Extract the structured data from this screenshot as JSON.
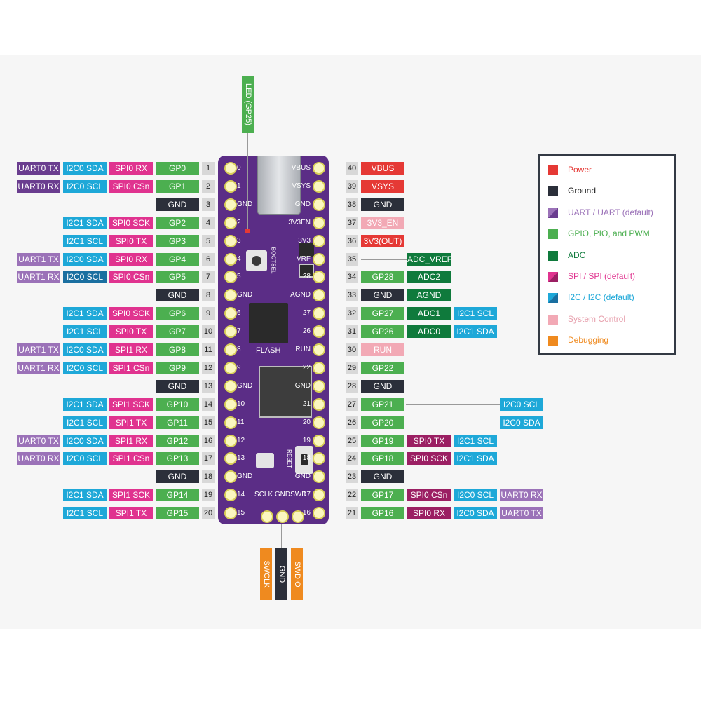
{
  "colors": {
    "power": "#e53935",
    "ground": "#2b2f3a",
    "uart": "#9b72b8",
    "uart_default": "#6a3d8f",
    "gpio": "#4caf50",
    "adc": "#0f7a3c",
    "spi": "#e0338f",
    "spi_default": "#9b1f63",
    "i2c": "#1ea8d8",
    "i2c_default": "#1a6fa0",
    "system": "#f2a9b5",
    "debug": "#ef8a1f",
    "board": "#5b2d86"
  },
  "left_rows": [
    {
      "pin": "1",
      "labels": [
        {
          "text": "UART0 TX",
          "t": "uart_default"
        },
        {
          "text": "I2C0 SDA",
          "t": "i2c"
        },
        {
          "text": "SPI0 RX",
          "t": "spi"
        },
        {
          "text": "GP0",
          "t": "gpio"
        }
      ]
    },
    {
      "pin": "2",
      "labels": [
        {
          "text": "UART0 RX",
          "t": "uart_default"
        },
        {
          "text": "I2C0 SCL",
          "t": "i2c"
        },
        {
          "text": "SPI0 CSn",
          "t": "spi"
        },
        {
          "text": "GP1",
          "t": "gpio"
        }
      ]
    },
    {
      "pin": "3",
      "labels": [
        {
          "text": "GND",
          "t": "ground"
        }
      ]
    },
    {
      "pin": "4",
      "labels": [
        {
          "text": "I2C1 SDA",
          "t": "i2c"
        },
        {
          "text": "SPI0 SCK",
          "t": "spi"
        },
        {
          "text": "GP2",
          "t": "gpio"
        }
      ]
    },
    {
      "pin": "5",
      "labels": [
        {
          "text": "I2C1 SCL",
          "t": "i2c"
        },
        {
          "text": "SPI0 TX",
          "t": "spi"
        },
        {
          "text": "GP3",
          "t": "gpio"
        }
      ]
    },
    {
      "pin": "6",
      "labels": [
        {
          "text": "UART1 TX",
          "t": "uart"
        },
        {
          "text": "I2C0 SDA",
          "t": "i2c"
        },
        {
          "text": "SPI0 RX",
          "t": "spi"
        },
        {
          "text": "GP4",
          "t": "gpio"
        }
      ]
    },
    {
      "pin": "7",
      "labels": [
        {
          "text": "UART1 RX",
          "t": "uart"
        },
        {
          "text": "I2C0 SCL",
          "t": "i2c_default"
        },
        {
          "text": "SPI0 CSn",
          "t": "spi"
        },
        {
          "text": "GP5",
          "t": "gpio"
        }
      ]
    },
    {
      "pin": "8",
      "labels": [
        {
          "text": "GND",
          "t": "ground"
        }
      ]
    },
    {
      "pin": "9",
      "labels": [
        {
          "text": "I2C1 SDA",
          "t": "i2c"
        },
        {
          "text": "SPI0 SCK",
          "t": "spi"
        },
        {
          "text": "GP6",
          "t": "gpio"
        }
      ]
    },
    {
      "pin": "10",
      "labels": [
        {
          "text": "I2C1 SCL",
          "t": "i2c"
        },
        {
          "text": "SPI0 TX",
          "t": "spi"
        },
        {
          "text": "GP7",
          "t": "gpio"
        }
      ]
    },
    {
      "pin": "11",
      "labels": [
        {
          "text": "UART1 TX",
          "t": "uart"
        },
        {
          "text": "I2C0 SDA",
          "t": "i2c"
        },
        {
          "text": "SPI1 RX",
          "t": "spi"
        },
        {
          "text": "GP8",
          "t": "gpio"
        }
      ]
    },
    {
      "pin": "12",
      "labels": [
        {
          "text": "UART1 RX",
          "t": "uart"
        },
        {
          "text": "I2C0 SCL",
          "t": "i2c"
        },
        {
          "text": "SPI1 CSn",
          "t": "spi"
        },
        {
          "text": "GP9",
          "t": "gpio"
        }
      ]
    },
    {
      "pin": "13",
      "labels": [
        {
          "text": "GND",
          "t": "ground"
        }
      ]
    },
    {
      "pin": "14",
      "labels": [
        {
          "text": "I2C1 SDA",
          "t": "i2c"
        },
        {
          "text": "SPI1 SCK",
          "t": "spi"
        },
        {
          "text": "GP10",
          "t": "gpio"
        }
      ]
    },
    {
      "pin": "15",
      "labels": [
        {
          "text": "I2C1 SCL",
          "t": "i2c"
        },
        {
          "text": "SPI1 TX",
          "t": "spi"
        },
        {
          "text": "GP11",
          "t": "gpio"
        }
      ]
    },
    {
      "pin": "16",
      "labels": [
        {
          "text": "UART0 TX",
          "t": "uart"
        },
        {
          "text": "I2C0 SDA",
          "t": "i2c"
        },
        {
          "text": "SPI1 RX",
          "t": "spi"
        },
        {
          "text": "GP12",
          "t": "gpio"
        }
      ]
    },
    {
      "pin": "17",
      "labels": [
        {
          "text": "UART0 RX",
          "t": "uart"
        },
        {
          "text": "I2C0 SCL",
          "t": "i2c"
        },
        {
          "text": "SPI1 CSn",
          "t": "spi"
        },
        {
          "text": "GP13",
          "t": "gpio"
        }
      ]
    },
    {
      "pin": "18",
      "labels": [
        {
          "text": "GND",
          "t": "ground"
        }
      ]
    },
    {
      "pin": "19",
      "labels": [
        {
          "text": "I2C1 SDA",
          "t": "i2c"
        },
        {
          "text": "SPI1 SCK",
          "t": "spi"
        },
        {
          "text": "GP14",
          "t": "gpio"
        }
      ]
    },
    {
      "pin": "20",
      "labels": [
        {
          "text": "I2C1 SCL",
          "t": "i2c"
        },
        {
          "text": "SPI1 TX",
          "t": "spi"
        },
        {
          "text": "GP15",
          "t": "gpio"
        }
      ]
    }
  ],
  "right_rows": [
    {
      "pin": "40",
      "labels": [
        {
          "text": "VBUS",
          "t": "power"
        }
      ]
    },
    {
      "pin": "39",
      "labels": [
        {
          "text": "VSYS",
          "t": "power"
        }
      ]
    },
    {
      "pin": "38",
      "labels": [
        {
          "text": "GND",
          "t": "ground"
        }
      ]
    },
    {
      "pin": "37",
      "labels": [
        {
          "text": "3V3_EN",
          "t": "system"
        }
      ]
    },
    {
      "pin": "36",
      "labels": [
        {
          "text": "3V3(OUT)",
          "t": "power"
        }
      ]
    },
    {
      "pin": "35",
      "gap": true,
      "labels": [
        {
          "text": "ADC_VREF",
          "t": "adc"
        }
      ]
    },
    {
      "pin": "34",
      "labels": [
        {
          "text": "GP28",
          "t": "gpio"
        },
        {
          "text": "ADC2",
          "t": "adc"
        }
      ]
    },
    {
      "pin": "33",
      "labels": [
        {
          "text": "GND",
          "t": "ground"
        },
        {
          "text": "AGND",
          "t": "adc"
        }
      ]
    },
    {
      "pin": "32",
      "labels": [
        {
          "text": "GP27",
          "t": "gpio"
        },
        {
          "text": "ADC1",
          "t": "adc"
        },
        {
          "text": "I2C1 SCL",
          "t": "i2c"
        }
      ]
    },
    {
      "pin": "31",
      "labels": [
        {
          "text": "GP26",
          "t": "gpio"
        },
        {
          "text": "ADC0",
          "t": "adc"
        },
        {
          "text": "I2C1 SDA",
          "t": "i2c"
        }
      ]
    },
    {
      "pin": "30",
      "labels": [
        {
          "text": "RUN",
          "t": "system"
        }
      ]
    },
    {
      "pin": "29",
      "labels": [
        {
          "text": "GP22",
          "t": "gpio"
        }
      ]
    },
    {
      "pin": "28",
      "labels": [
        {
          "text": "GND",
          "t": "ground"
        }
      ]
    },
    {
      "pin": "27",
      "labels": [
        {
          "text": "GP21",
          "t": "gpio"
        },
        {
          "skip": 2
        },
        {
          "text": "I2C0 SCL",
          "t": "i2c"
        }
      ]
    },
    {
      "pin": "26",
      "labels": [
        {
          "text": "GP20",
          "t": "gpio"
        },
        {
          "skip": 2
        },
        {
          "text": "I2C0 SDA",
          "t": "i2c"
        }
      ]
    },
    {
      "pin": "25",
      "labels": [
        {
          "text": "GP19",
          "t": "gpio"
        },
        {
          "text": "SPI0 TX",
          "t": "spi_default"
        },
        {
          "text": "I2C1 SCL",
          "t": "i2c"
        }
      ]
    },
    {
      "pin": "24",
      "labels": [
        {
          "text": "GP18",
          "t": "gpio"
        },
        {
          "text": "SPI0 SCK",
          "t": "spi_default"
        },
        {
          "text": "I2C1 SDA",
          "t": "i2c"
        }
      ]
    },
    {
      "pin": "23",
      "labels": [
        {
          "text": "GND",
          "t": "ground"
        }
      ]
    },
    {
      "pin": "22",
      "labels": [
        {
          "text": "GP17",
          "t": "gpio"
        },
        {
          "text": "SPI0 CSn",
          "t": "spi_default"
        },
        {
          "text": "I2C0 SCL",
          "t": "i2c"
        },
        {
          "text": "UART0 RX",
          "t": "uart"
        }
      ]
    },
    {
      "pin": "21",
      "labels": [
        {
          "text": "GP16",
          "t": "gpio"
        },
        {
          "text": "SPI0 RX",
          "t": "spi_default"
        },
        {
          "text": "I2C0 SDA",
          "t": "i2c"
        },
        {
          "text": "UART0 TX",
          "t": "uart"
        }
      ]
    }
  ],
  "board": {
    "left_silk": [
      "0",
      "1",
      "GND",
      "2",
      "3",
      "4",
      "5",
      "GND",
      "6",
      "7",
      "8",
      "9",
      "GND",
      "10",
      "11",
      "12",
      "13",
      "GND",
      "14",
      "15"
    ],
    "right_silk": [
      "VBUS",
      "VSYS",
      "GND",
      "3V3EN",
      "3V3",
      "VRF",
      "28",
      "AGND",
      "27",
      "26",
      "RUN",
      "22",
      "GND",
      "21",
      "20",
      "19",
      "18",
      "GND",
      "17",
      "16"
    ],
    "bootsel": "BOOTSEL",
    "flash": "FLASH",
    "reset": "RESET",
    "swd_labels": "SCLK GNDSWD"
  },
  "top_tag": {
    "text": "LED (GP25)",
    "t": "gpio"
  },
  "bottom_tags": [
    {
      "text": "SWCLK",
      "t": "debug"
    },
    {
      "text": "GND",
      "t": "ground"
    },
    {
      "text": "SWDIO",
      "t": "debug"
    }
  ],
  "legend": [
    {
      "name": "Power",
      "t": "power"
    },
    {
      "name": "Ground",
      "t": "ground"
    },
    {
      "name": "UART / UART (default)",
      "t": "uart",
      "t2": "uart_default"
    },
    {
      "name": "GPIO, PIO, and PWM",
      "t": "gpio"
    },
    {
      "name": "ADC",
      "t": "adc"
    },
    {
      "name": "SPI / SPI (default)",
      "t": "spi",
      "t2": "spi_default"
    },
    {
      "name": "I2C / I2C (default)",
      "t": "i2c",
      "t2": "i2c_default"
    },
    {
      "name": "System Control",
      "t": "system"
    },
    {
      "name": "Debugging",
      "t": "debug"
    }
  ]
}
